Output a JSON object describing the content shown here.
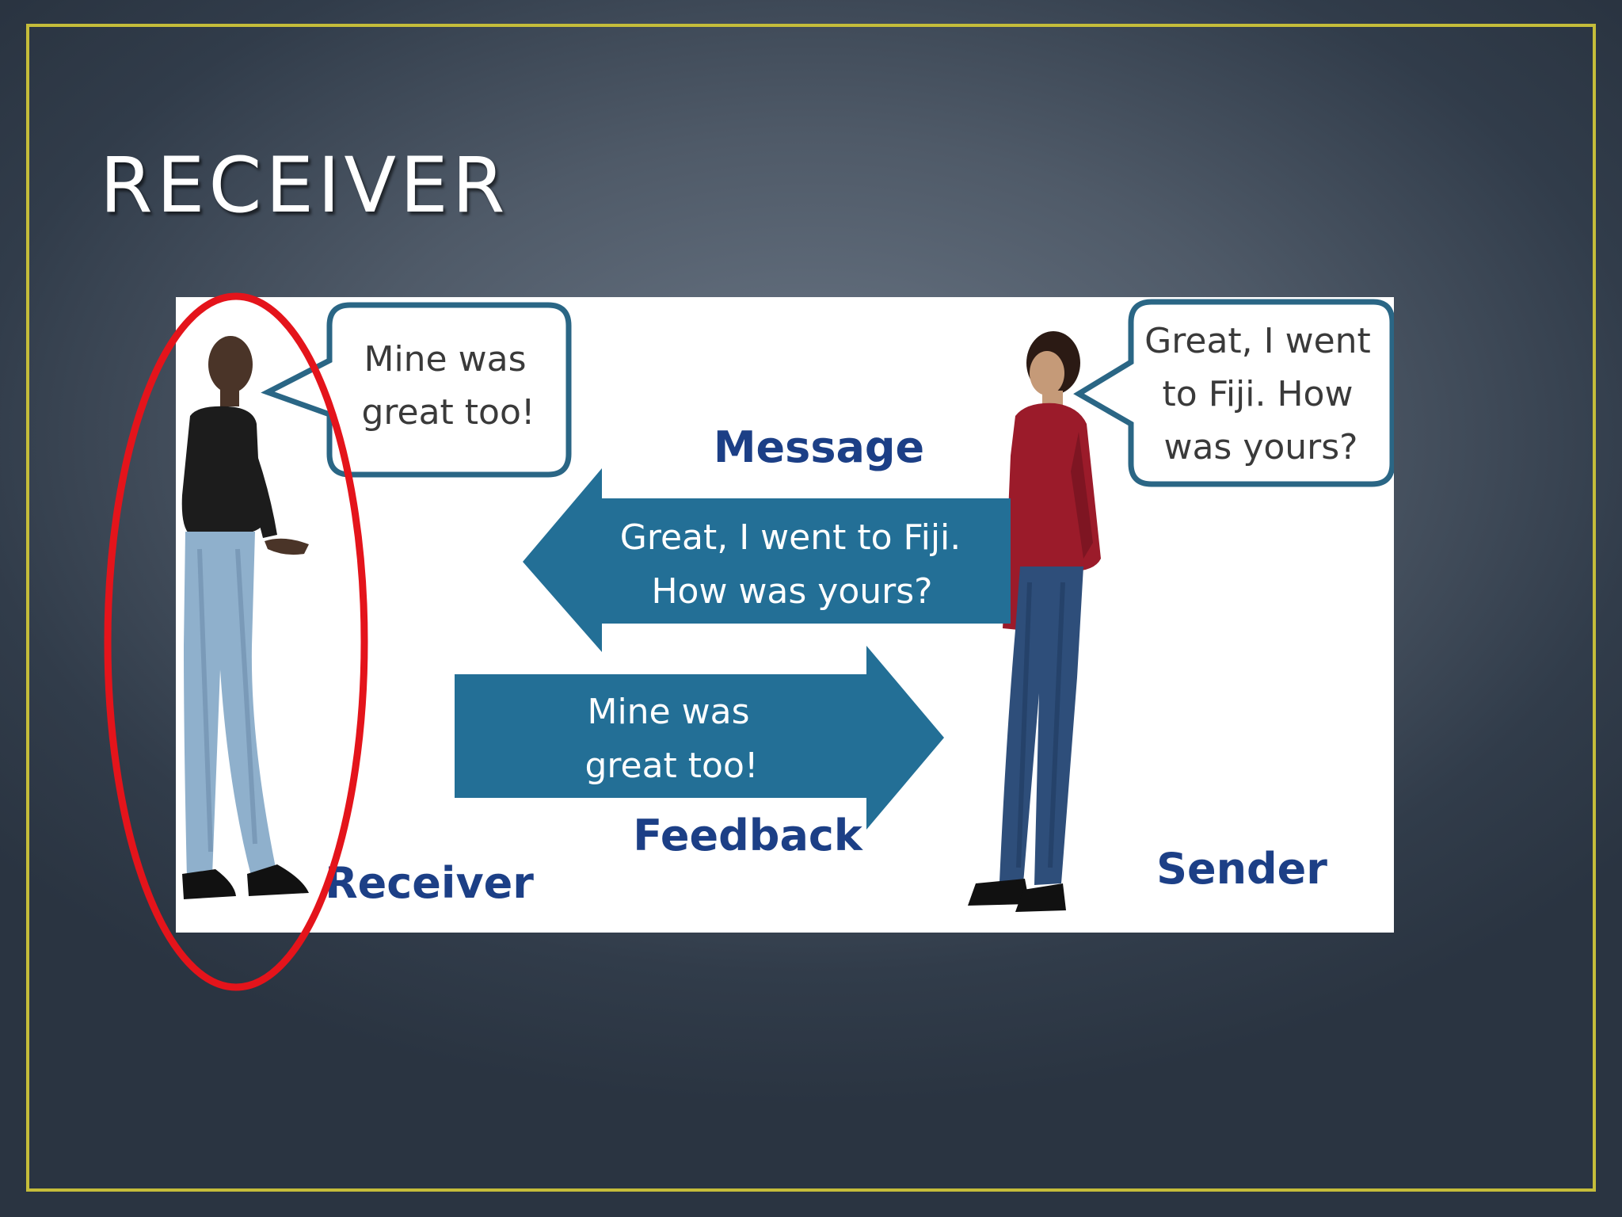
{
  "slide": {
    "title": "RECEIVER"
  },
  "figure": {
    "receiver_bubble": {
      "line1": "Mine was",
      "line2": "great too!"
    },
    "sender_bubble": {
      "line1": "Great, I went",
      "line2": "to Fiji. How",
      "line3": "was yours?"
    },
    "message_label": "Message",
    "message_arrow": {
      "line1": "Great, I went to Fiji.",
      "line2": "How was yours?"
    },
    "feedback_arrow": {
      "line1": "Mine was",
      "line2": "great too!"
    },
    "feedback_label": "Feedback",
    "receiver_label": "Receiver",
    "sender_label": "Sender"
  },
  "colors": {
    "arrow_fill": "#236f96",
    "label_text": "#1c3f86",
    "bubble_border": "#2a6685",
    "highlight_ellipse": "#e4141b",
    "frame_border": "#c5bd3a"
  }
}
